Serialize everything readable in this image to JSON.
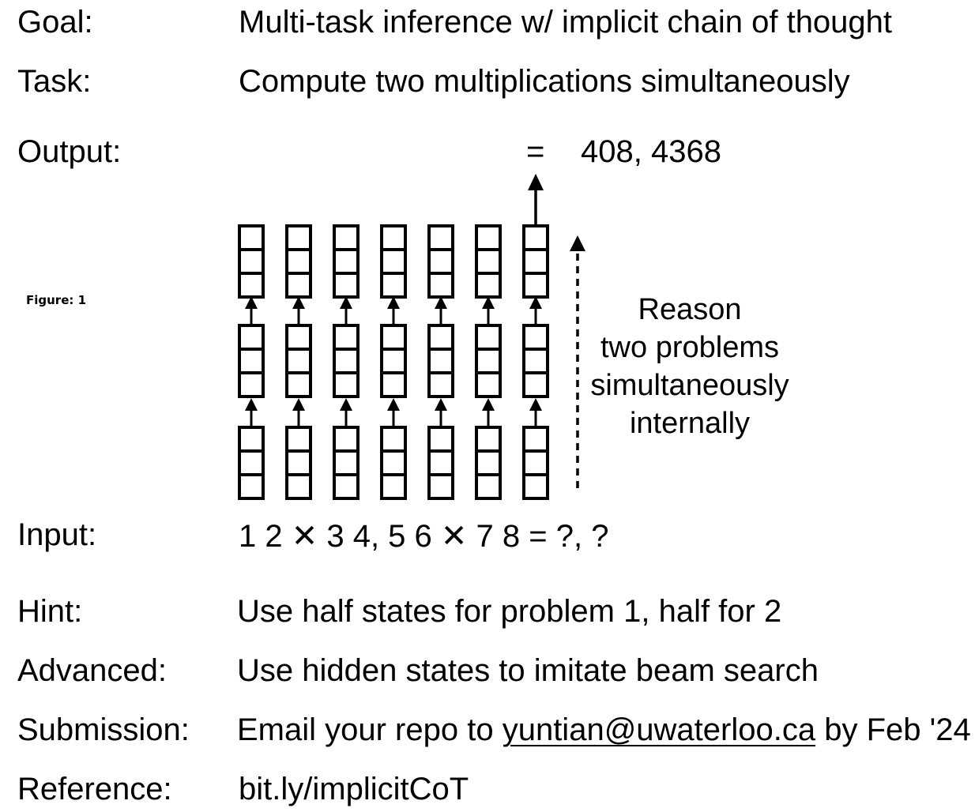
{
  "rows": {
    "goal": {
      "label": "Goal:",
      "value": "Multi-task inference w/ implicit chain of thought"
    },
    "task": {
      "label": "Task:",
      "value": "Compute two multiplications simultaneously"
    },
    "output": {
      "label": "Output:",
      "equals": "=",
      "value": "408, 4368"
    },
    "input": {
      "label": "Input:",
      "value": "1 2 ✕ 3 4, 5 6 ✕ 7 8 = ?, ?"
    },
    "hint": {
      "label": "Hint:",
      "value": "Use half states for problem 1, half for 2"
    },
    "advanced": {
      "label": "Advanced:",
      "value": "Use hidden states to imitate beam search"
    },
    "submission": {
      "label": "Submission:",
      "prefix": "Email your repo to ",
      "email": "yuntian@uwaterloo.ca",
      "suffix": " by Feb '24"
    },
    "reference": {
      "label": "Reference:",
      "value": "bit.ly/implicitCoT"
    }
  },
  "figure_label": "Figure: 1",
  "reason_lines": [
    "Reason",
    "two problems",
    "simultaneously",
    "internally"
  ]
}
